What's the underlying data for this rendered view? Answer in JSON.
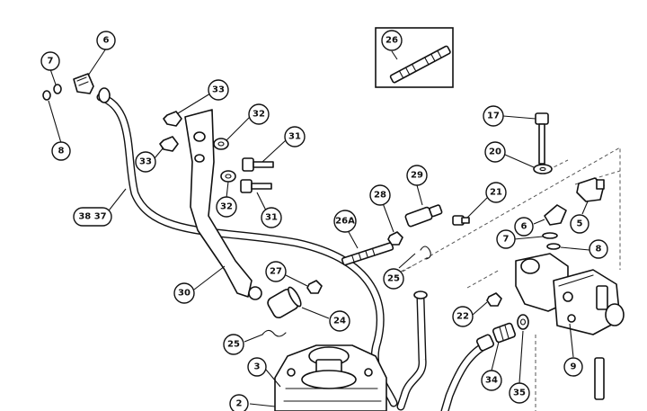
{
  "callouts": [
    {
      "id": "c-26",
      "label": "26"
    },
    {
      "id": "c-6a",
      "label": "6"
    },
    {
      "id": "c-7a",
      "label": "7"
    },
    {
      "id": "c-8a",
      "label": "8"
    },
    {
      "id": "c-33a",
      "label": "33"
    },
    {
      "id": "c-33b",
      "label": "33"
    },
    {
      "id": "c-32a",
      "label": "32"
    },
    {
      "id": "c-31a",
      "label": "31"
    },
    {
      "id": "c-32b",
      "label": "32"
    },
    {
      "id": "c-31b",
      "label": "31"
    },
    {
      "id": "c-3837",
      "label": "38 37"
    },
    {
      "id": "c-26A",
      "label": "26A"
    },
    {
      "id": "c-28",
      "label": "28"
    },
    {
      "id": "c-29",
      "label": "29"
    },
    {
      "id": "c-21",
      "label": "21"
    },
    {
      "id": "c-17",
      "label": "17"
    },
    {
      "id": "c-20",
      "label": "20"
    },
    {
      "id": "c-6b",
      "label": "6"
    },
    {
      "id": "c-5",
      "label": "5"
    },
    {
      "id": "c-7b",
      "label": "7"
    },
    {
      "id": "c-8b",
      "label": "8"
    },
    {
      "id": "c-25a",
      "label": "25"
    },
    {
      "id": "c-27",
      "label": "27"
    },
    {
      "id": "c-30",
      "label": "30"
    },
    {
      "id": "c-24",
      "label": "24"
    },
    {
      "id": "c-22",
      "label": "22"
    },
    {
      "id": "c-25b",
      "label": "25"
    },
    {
      "id": "c-3",
      "label": "3"
    },
    {
      "id": "c-2",
      "label": "2"
    },
    {
      "id": "c-34",
      "label": "34"
    },
    {
      "id": "c-35",
      "label": "35"
    },
    {
      "id": "c-9",
      "label": "9"
    }
  ]
}
